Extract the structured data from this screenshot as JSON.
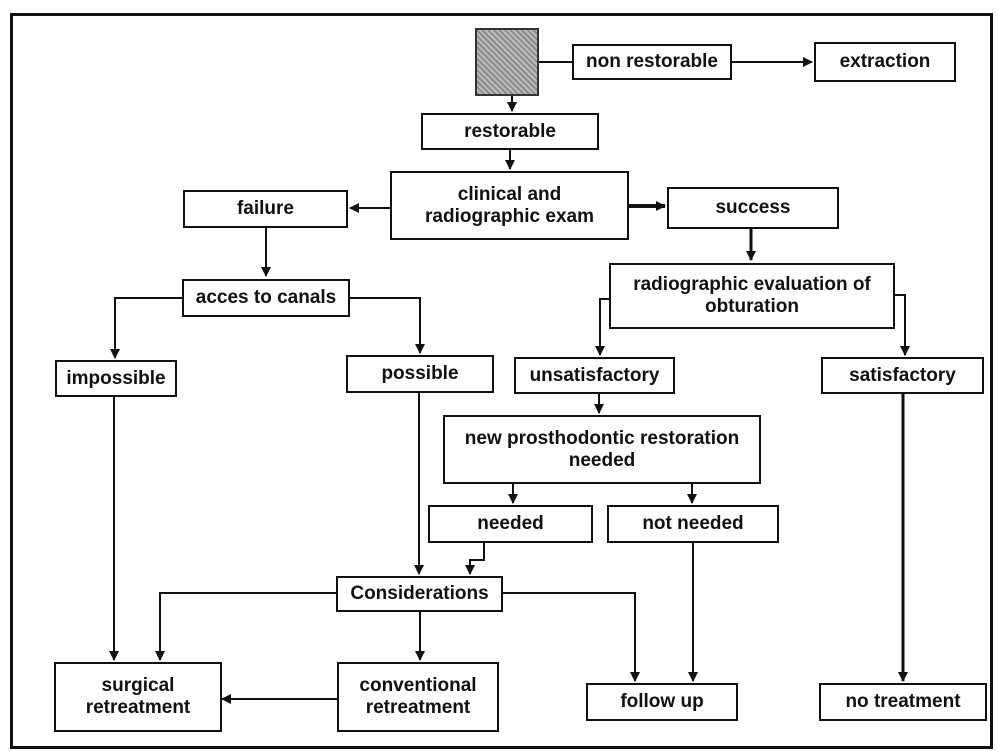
{
  "nodes": {
    "non_restorable": "non restorable",
    "extraction": "extraction",
    "restorable": "restorable",
    "exam": "clinical and\nradiographic exam",
    "failure": "failure",
    "success": "success",
    "access": "acces to canals",
    "radio_eval": "radiographic evaluation of\nobturation",
    "impossible": "impossible",
    "possible": "possible",
    "unsatisfactory": "unsatisfactory",
    "satisfactory": "satisfactory",
    "new_prosth": "new prosthodontic restoration\nneeded",
    "needed": "needed",
    "not_needed": "not needed",
    "considerations": "Considerations",
    "surgical": "surgical\nretreatment",
    "conventional": "conventional\nretreatment",
    "follow_up": "follow up",
    "no_treatment": "no treatment"
  }
}
